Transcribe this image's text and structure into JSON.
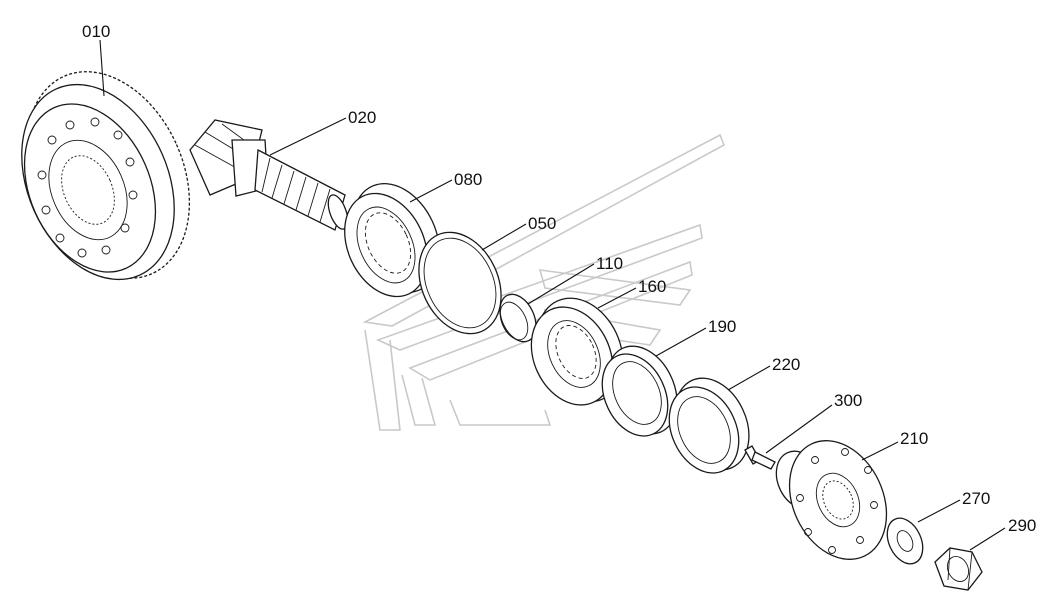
{
  "diagram": {
    "callouts": [
      {
        "id": "010"
      },
      {
        "id": "020"
      },
      {
        "id": "080"
      },
      {
        "id": "050"
      },
      {
        "id": "110"
      },
      {
        "id": "160"
      },
      {
        "id": "190"
      },
      {
        "id": "220"
      },
      {
        "id": "300"
      },
      {
        "id": "210"
      },
      {
        "id": "270"
      },
      {
        "id": "290"
      }
    ]
  }
}
